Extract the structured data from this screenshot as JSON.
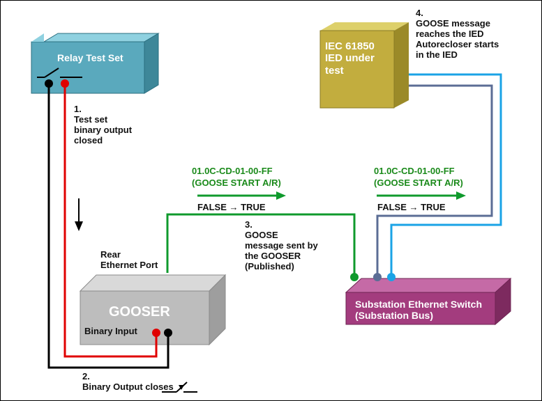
{
  "colors": {
    "relay_test_set": "#5aa9bd",
    "gooser": "#bdbdbd",
    "ied": "#c2ad3e",
    "switch": "#a33c7e",
    "wire_red": "#e00000",
    "wire_black": "#000000",
    "wire_green": "#0f9a2c",
    "wire_slate": "#5b6d95",
    "wire_blue": "#1aa3e6",
    "message_text": "#1a8a1a"
  },
  "boxes": {
    "relay_test_set": "Relay Test Set",
    "gooser": "GOOSER",
    "gooser_binary_input": "Binary Input",
    "ied": "IEC 61850\nIED under\ntest",
    "switch": "Substation Ethernet Switch\n(Substation Bus)"
  },
  "labels": {
    "step1": "1.\nTest set\nbinary output\nclosed",
    "step2": "2.\nBinary Output closes",
    "step3": "3.\nGOOSE\nmessage sent by\nthe GOOSER\n(Published)",
    "step4": "4.\nGOOSE message\nreaches the IED\nAutorecloser starts\nin the IED",
    "rear_port": "Rear\nEthernet Port"
  },
  "goose_messages": [
    {
      "mac": "01.0C-CD-01-00-FF",
      "name": "(GOOSE START A/R)",
      "transition": "FALSE → TRUE"
    },
    {
      "mac": "01.0C-CD-01-00-FF",
      "name": "(GOOSE START A/R)",
      "transition": "FALSE → TRUE"
    }
  ]
}
